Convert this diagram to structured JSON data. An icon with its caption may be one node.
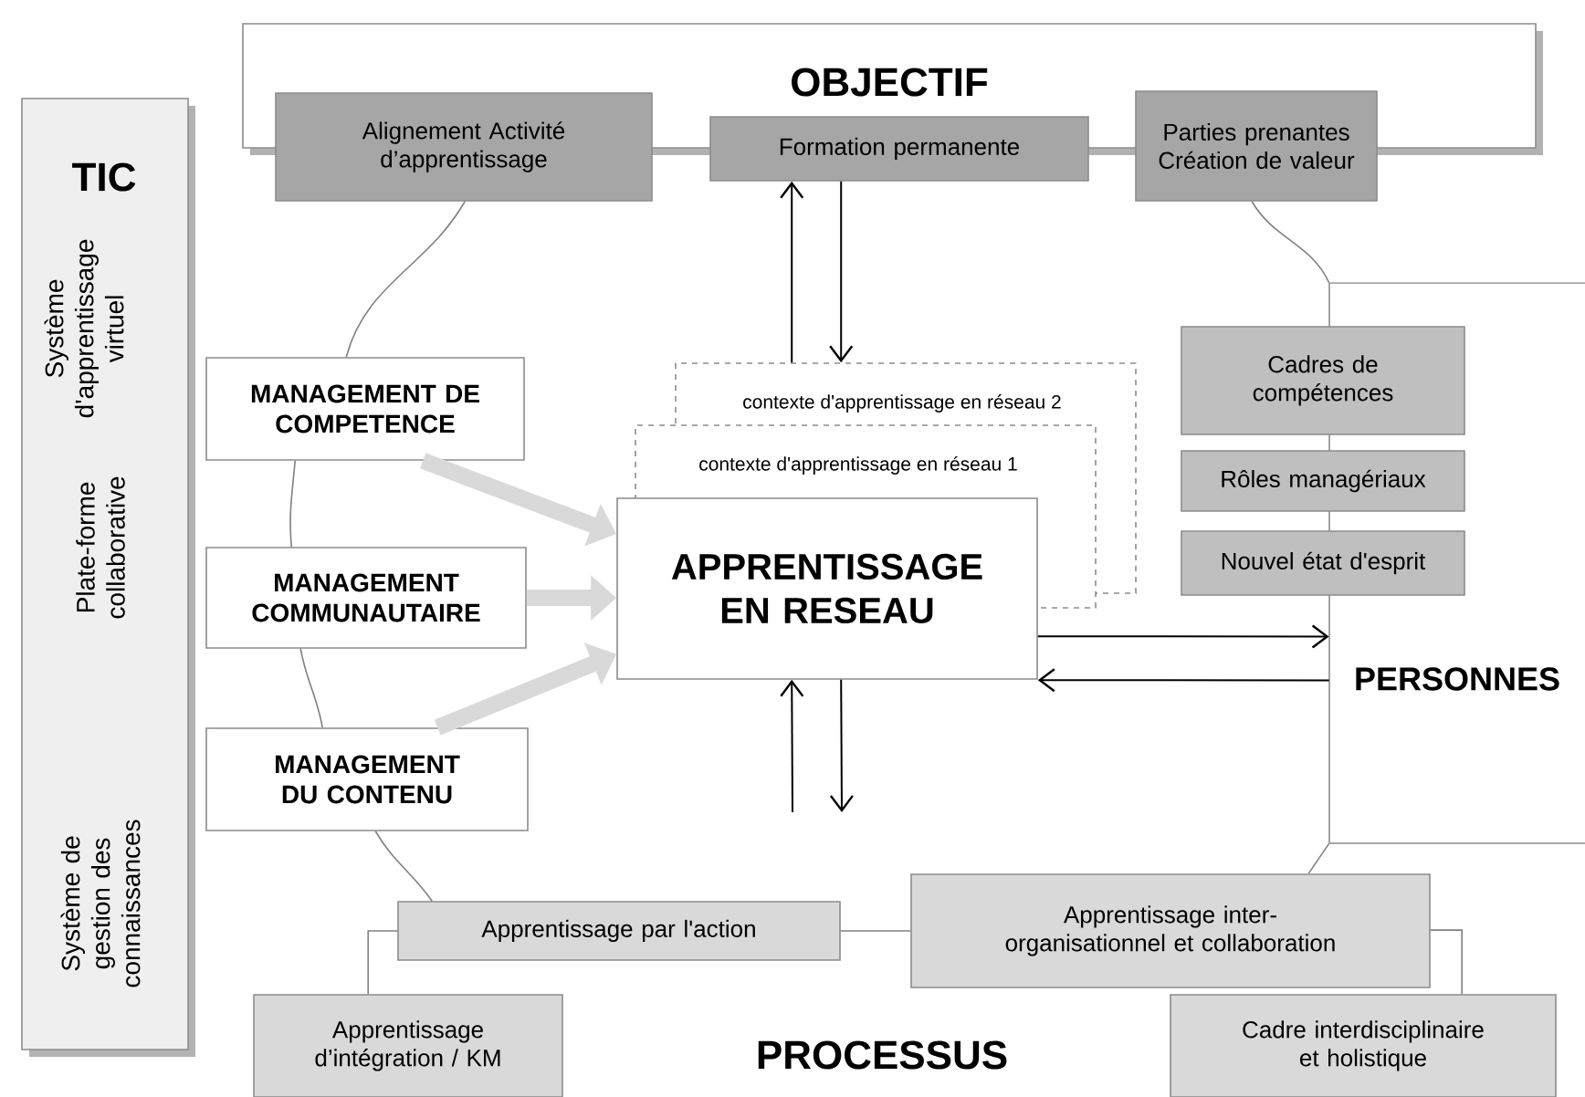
{
  "diagram": {
    "nodes": [
      {
        "text": [
          "OBJECTIF"
        ]
      },
      {
        "text": [
          "Alignement Activité d’apprentissage"
        ]
      },
      {
        "text": [
          "Formation permanente"
        ]
      },
      {
        "text": [
          "Parties prenantes Création de valeur"
        ]
      },
      {
        "text": [
          "TIC",
          "Système d'apprentissage virtuel",
          "Plate-forme collaborative",
          "Système de gestion des connaissances"
        ]
      },
      {
        "text": [
          "MANAGEMENT DE COMPETENCE"
        ]
      },
      {
        "text": [
          "MANAGEMENT COMMUNAUTAIRE"
        ]
      },
      {
        "text": [
          "MANAGEMENT DU CONTENU"
        ]
      },
      {
        "text": [
          "contexte d'apprentissage en réseau 2"
        ]
      },
      {
        "text": [
          "contexte d'apprentissage en réseau 1"
        ]
      },
      {
        "text": [
          "APPRENTISSAGE EN RESEAU"
        ]
      },
      {
        "text": [
          "PERSONNES"
        ]
      },
      {
        "text": [
          "Cadres de compétences"
        ]
      },
      {
        "text": [
          "Rôles managériaux"
        ]
      },
      {
        "text": [
          "Nouvel état d'esprit"
        ]
      },
      {
        "text": [
          "Apprentissage par l'action"
        ]
      },
      {
        "text": [
          "Apprentissage inter- organisationnel et collaboration"
        ]
      },
      {
        "text": [
          "Apprentissage d’intégration / KM"
        ]
      },
      {
        "text": [
          "Cadre interdisciplinaire et holistique"
        ]
      }
    ],
    "edges": [
      {
        "from": 1,
        "to": 5,
        "arrow": "none"
      },
      {
        "from": 5,
        "to": 6,
        "arrow": "none"
      },
      {
        "from": 6,
        "to": 7,
        "arrow": "none"
      },
      {
        "from": 7,
        "to": 15,
        "arrow": "none"
      },
      {
        "from": 3,
        "to": 11,
        "arrow": "none"
      },
      {
        "from": 11,
        "to": 16,
        "arrow": "none"
      },
      {
        "from": 15,
        "to": 16,
        "arrow": "none"
      },
      {
        "from": 15,
        "to": 17,
        "arrow": "none"
      },
      {
        "from": 16,
        "to": 18,
        "arrow": "none"
      },
      {
        "from": 5,
        "to": 10,
        "arrow": "to",
        "style": "thick",
        "color": "#d9d9d9"
      },
      {
        "from": 6,
        "to": 10,
        "arrow": "to",
        "style": "thick",
        "color": "#d9d9d9"
      },
      {
        "from": 7,
        "to": 10,
        "arrow": "to",
        "style": "thick",
        "color": "#d9d9d9"
      },
      {
        "from": 8,
        "to": 2,
        "arrow": "to",
        "color": "#000000"
      },
      {
        "from": 2,
        "to": 8,
        "arrow": "to",
        "color": "#000000"
      },
      {
        "from": null,
        "to": 10,
        "arrow": "to",
        "color": "#000000"
      },
      {
        "from": 10,
        "to": null,
        "arrow": "to",
        "color": "#000000"
      },
      {
        "from": 10,
        "to": 11,
        "arrow": "to",
        "color": "#000000"
      },
      {
        "from": 11,
        "to": 10,
        "arrow": "to",
        "color": "#000000"
      }
    ],
    "labels": [
      "PROCESSUS"
    ]
  }
}
